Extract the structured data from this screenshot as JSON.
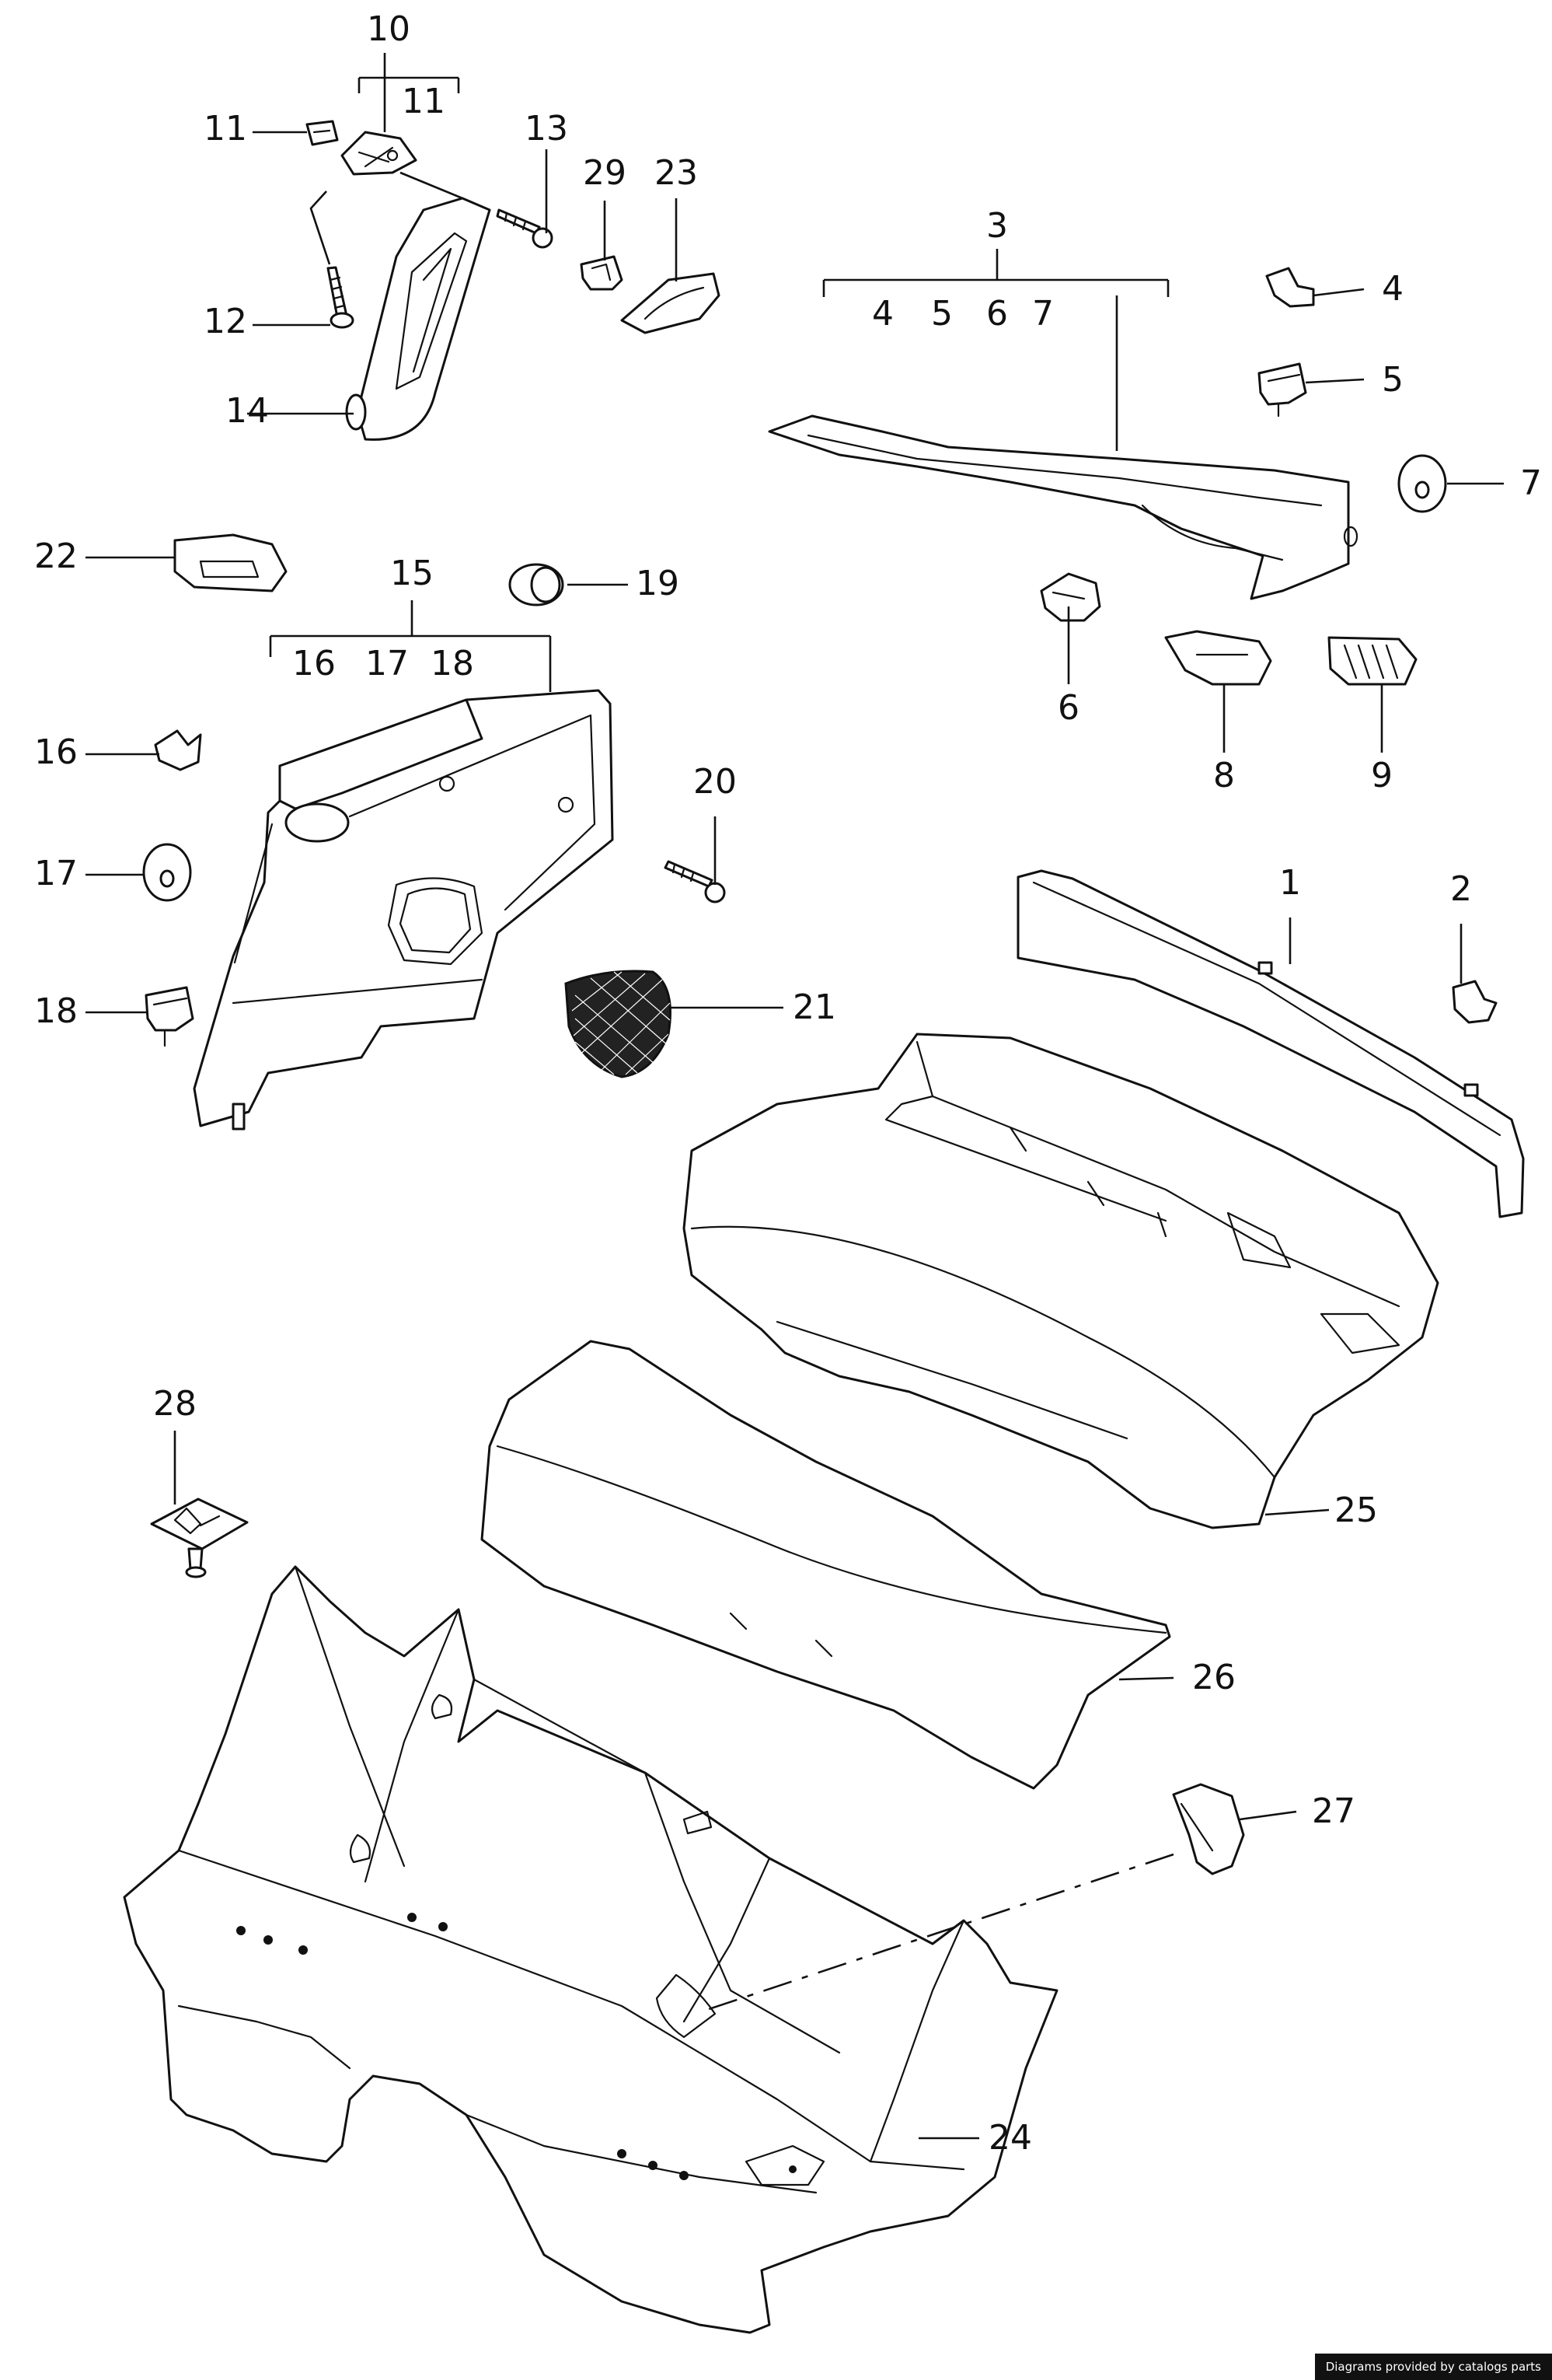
{
  "callouts": {
    "c1": "1",
    "c2": "2",
    "c3": "3",
    "c4": "4",
    "c5": "5",
    "c6": "6",
    "c7": "7",
    "c8": "8",
    "c9": "9",
    "c10": "10",
    "c11": "11",
    "c12": "12",
    "c13": "13",
    "c14": "14",
    "c15": "15",
    "c16": "16",
    "c17": "17",
    "c18": "18",
    "c19": "19",
    "c20": "20",
    "c21": "21",
    "c22": "22",
    "c23": "23",
    "c24": "24",
    "c25": "25",
    "c26": "26",
    "c27": "27",
    "c28": "28",
    "c29": "29"
  },
  "groups": {
    "g10": [
      "11"
    ],
    "g3": [
      "4",
      "5",
      "6",
      "7"
    ],
    "g15": [
      "16",
      "17",
      "18"
    ]
  },
  "credit": "Diagrams provided by catalogs parts"
}
